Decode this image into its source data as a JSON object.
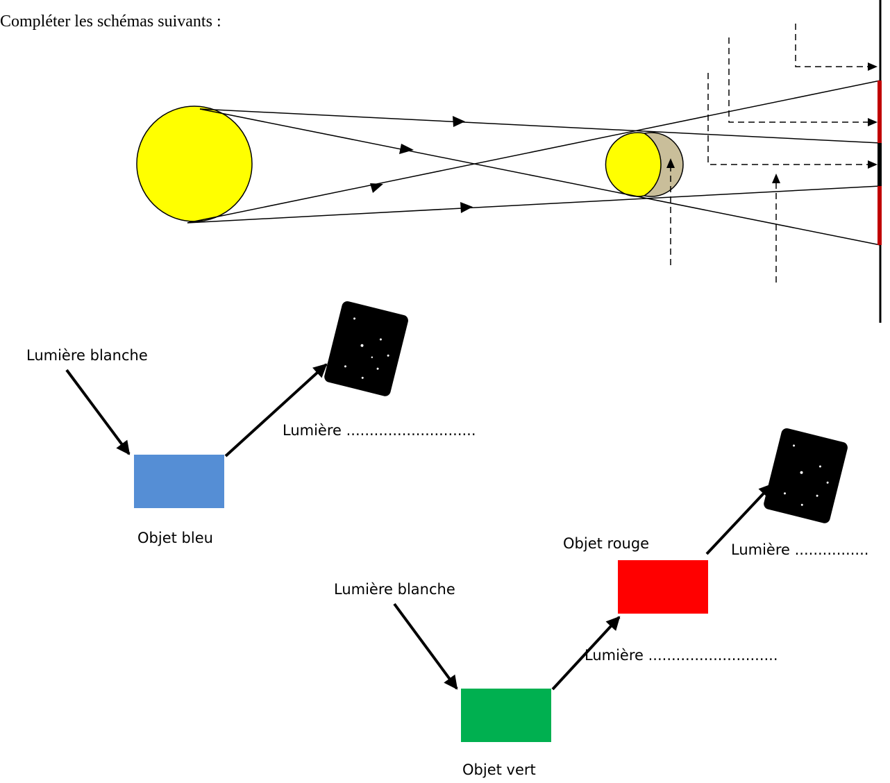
{
  "title": "Compléter les schémas suivants :",
  "diagram1": {
    "blank_text": "Lumière ............................",
    "incoming_label": "Lumière blanche",
    "object_label": "Objet bleu",
    "object_color": "#558ED5"
  },
  "diagram2": {
    "incoming_label": "Lumière blanche",
    "first_object_label": "Objet vert",
    "first_object_color": "#00B050",
    "middle_blank_text": "Lumière ............................",
    "second_object_label": "Objet rouge",
    "second_object_color": "#FF0000",
    "final_blank_text": "Lumière ................"
  },
  "eclipse": {
    "sun_color": "#FFFF00",
    "moon_shadow_color": "#C9BE9A",
    "umbra_color": "#000000",
    "penumbra_color": "#C00000"
  }
}
